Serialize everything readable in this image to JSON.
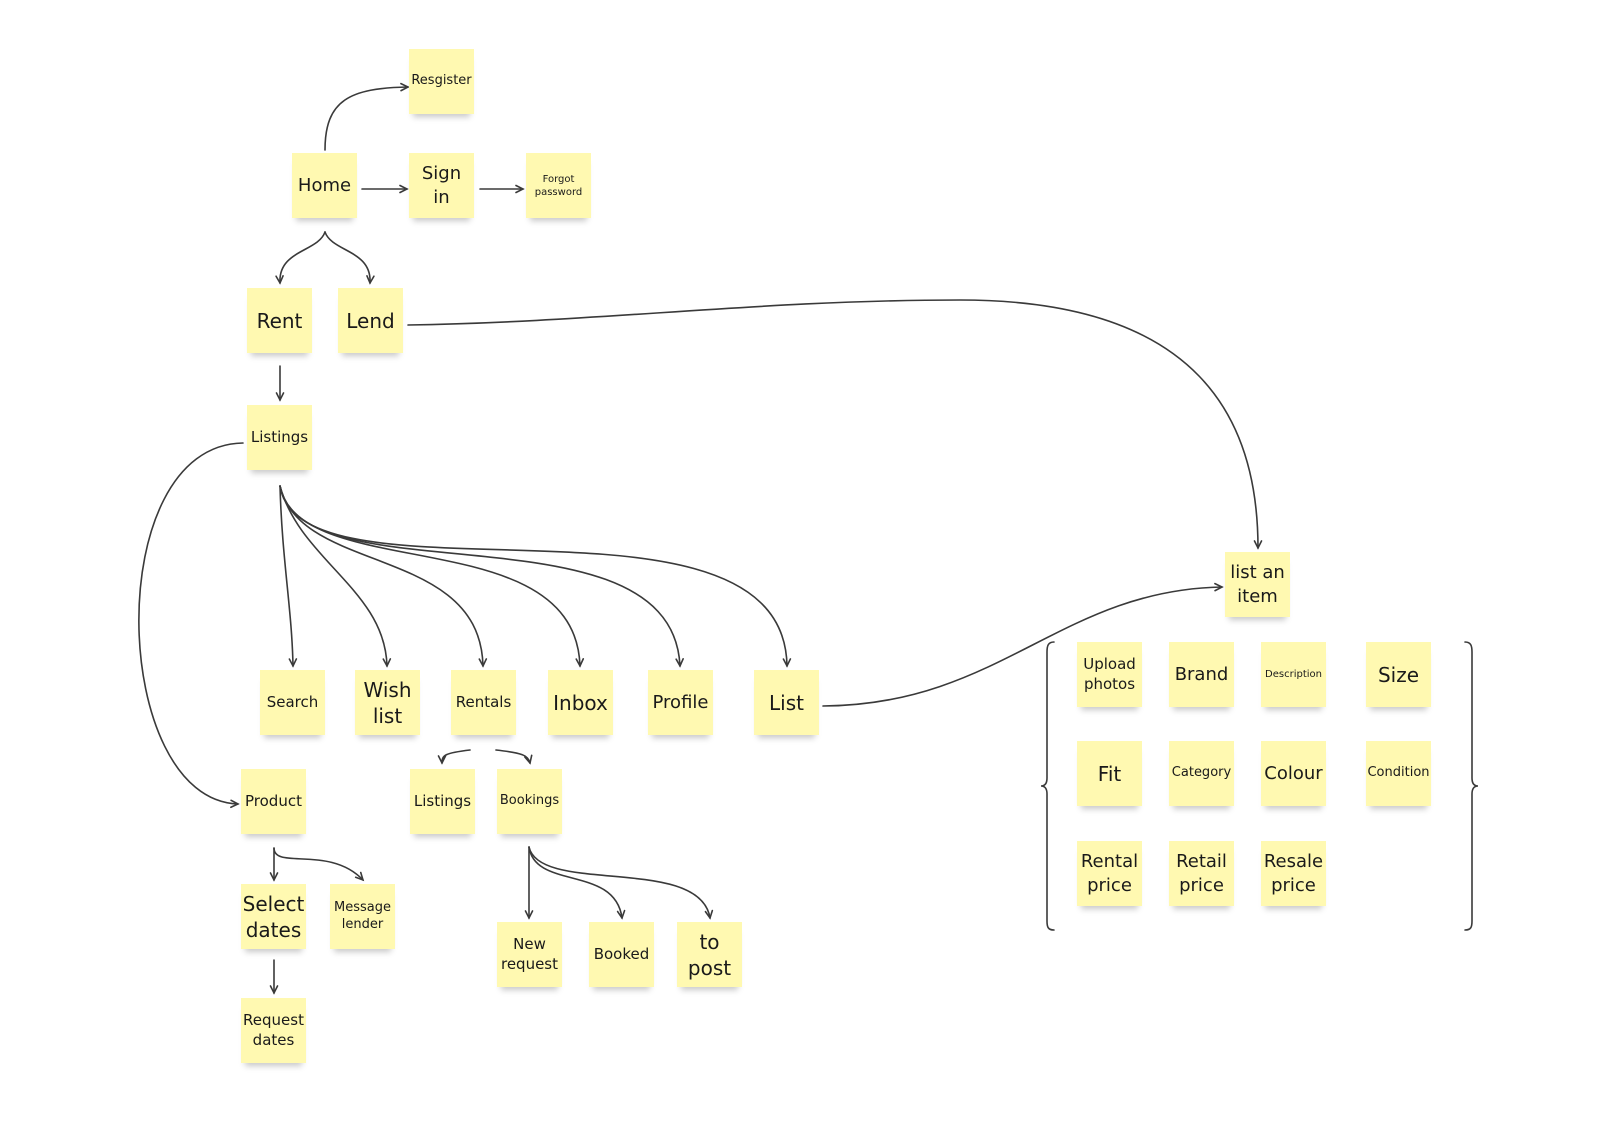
{
  "nodes": {
    "resgister": "Resgister",
    "home": "Home",
    "sign_in": "Sign\nin",
    "forgot_password": "Forgot\npassword",
    "rent": "Rent",
    "lend": "Lend",
    "listings": "Listings",
    "search": "Search",
    "wish_list": "Wish\nlist",
    "rentals": "Rentals",
    "inbox": "Inbox",
    "profile": "Profile",
    "list": "List",
    "list_an_item": "list an\nitem",
    "product": "Product",
    "select_dates": "Select\ndates",
    "message_lender": "Message\nlender",
    "request_dates": "Request\ndates",
    "rentals_listings": "Listings",
    "bookings": "Bookings",
    "new_request": "New\nrequest",
    "booked": "Booked",
    "to_post": "to\npost",
    "upload_photos": "Upload\nphotos",
    "brand": "Brand",
    "description": "Description",
    "size": "Size",
    "fit": "Fit",
    "category": "Category",
    "colour": "Colour",
    "condition": "Condition",
    "rental_price": "Rental\nprice",
    "retail_price": "Retail\nprice",
    "resale_price": "Resale\nprice"
  },
  "colors": {
    "sticky_note": "#fff9b1",
    "connector": "#3a3a3a"
  }
}
